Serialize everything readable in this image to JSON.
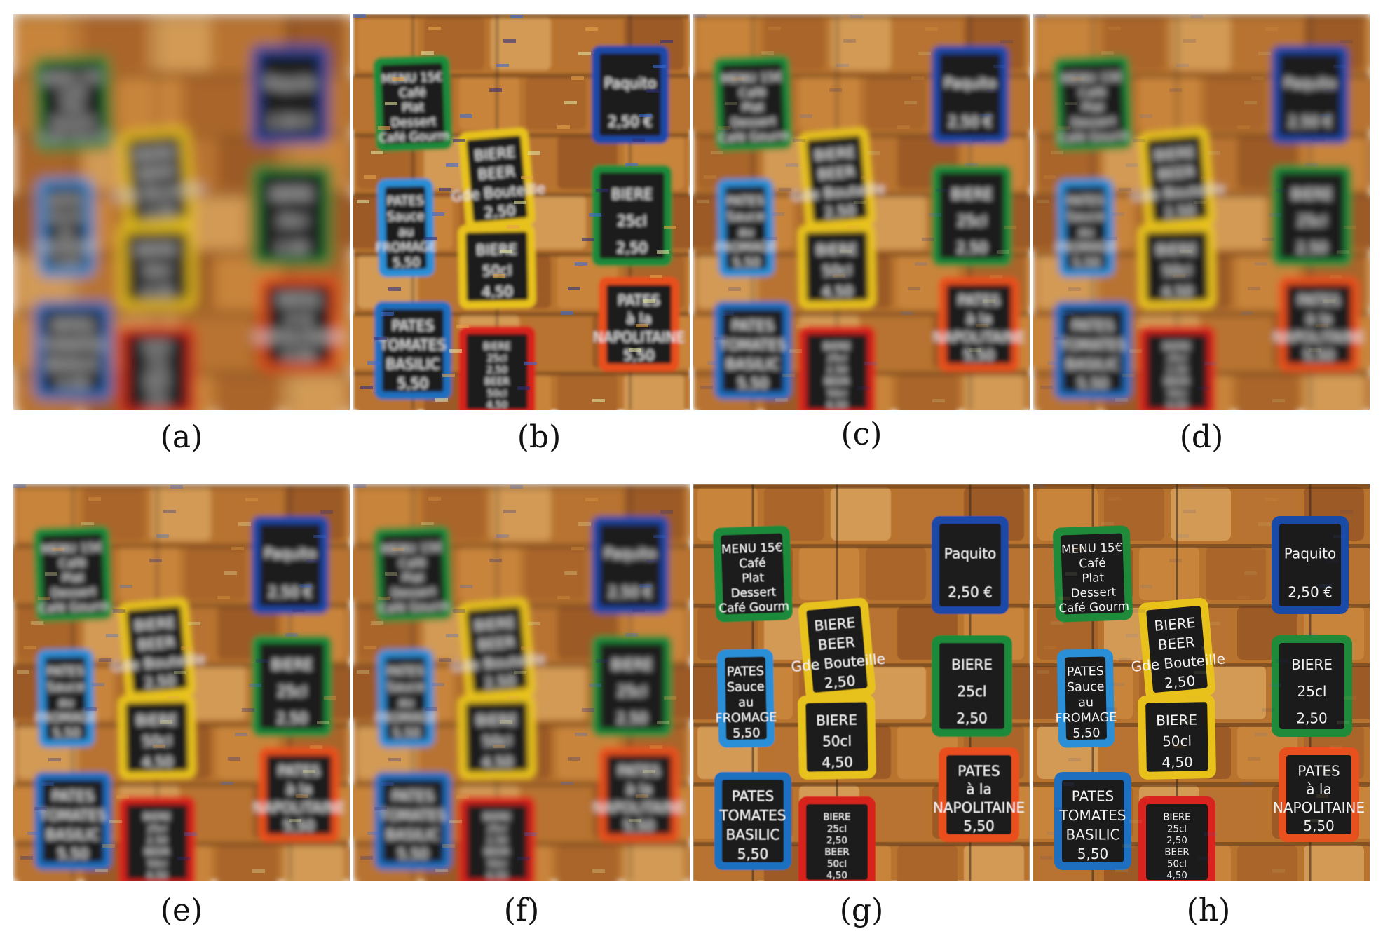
{
  "panels": [
    {
      "label": "(a)",
      "blur": 9,
      "noise": 0.0
    },
    {
      "label": "(b)",
      "blur": 2.5,
      "noise": 0.6
    },
    {
      "label": "(c)",
      "blur": 4,
      "noise": 0.2
    },
    {
      "label": "(d)",
      "blur": 5,
      "noise": 0.15
    },
    {
      "label": "(e)",
      "blur": 4,
      "noise": 0.35
    },
    {
      "label": "(f)",
      "blur": 4.5,
      "noise": 0.3
    },
    {
      "label": "(g)",
      "blur": 0.6,
      "noise": 0.0
    },
    {
      "label": "(h)",
      "blur": 0,
      "noise": 0.1
    }
  ],
  "signs": [
    {
      "color": "#1f8a3a",
      "lines": [
        "MENU 15€",
        "Café",
        "Plat",
        "Dessert",
        "Café Gourm"
      ]
    },
    {
      "color": "#1a4aa8",
      "lines": [
        "Paquito",
        "2,50 €"
      ]
    },
    {
      "color": "#e8c21a",
      "lines": [
        "BIERE",
        "BEER",
        "Gde Bouteille",
        "2,50"
      ]
    },
    {
      "color": "#2a8fd6",
      "lines": [
        "PATES",
        "Sauce",
        "au",
        "FROMAGE",
        "5,50"
      ]
    },
    {
      "color": "#e8c21a",
      "lines": [
        "BIERE",
        "50cl",
        "4,50"
      ]
    },
    {
      "color": "#1f8a3a",
      "lines": [
        "BIERE",
        "25cl",
        "2,50"
      ]
    },
    {
      "color": "#e8501e",
      "lines": [
        "PATES",
        "à la",
        "NAPOLITAINE",
        "5,50"
      ]
    },
    {
      "color": "#1e6fc0",
      "lines": [
        "PATES",
        "TOMATES",
        "BASILIC",
        "5,50"
      ]
    },
    {
      "color": "#d8231e",
      "lines": [
        "BIERE",
        "25cl",
        "2,50",
        "BEER",
        "50cl",
        "4,50"
      ]
    }
  ],
  "colors": {
    "wall": "#b8732e",
    "mortar": "#5a3419",
    "board": "#1b1b1b",
    "chalk": "#f2f2f2"
  }
}
